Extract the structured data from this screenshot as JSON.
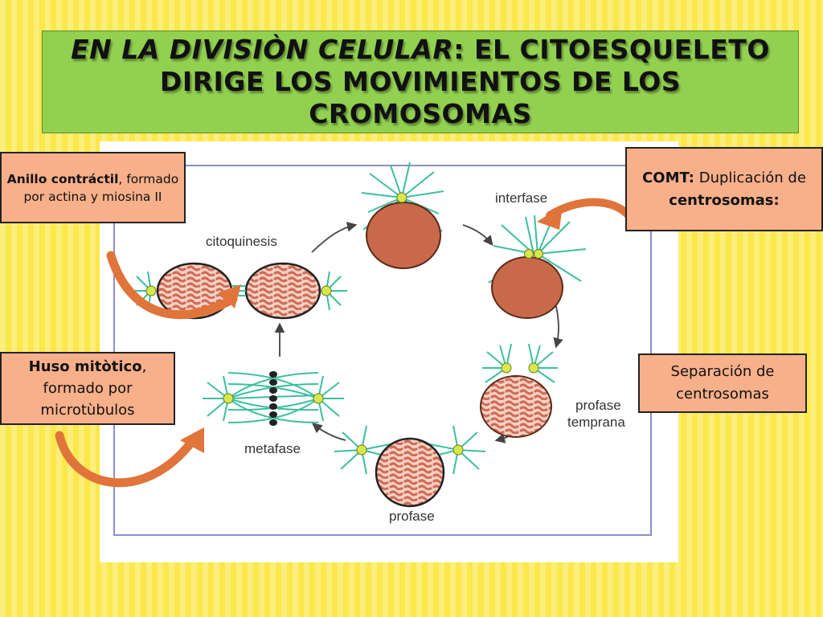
{
  "slide": {
    "title_part1": "En la divisiòn celular",
    "title_part2": ": el citoesqueleto dirige los movimientos de los cromosomas"
  },
  "callouts": {
    "anillo": {
      "bold": "Anillo contráctil",
      "rest": ", formado por actina y miosina II"
    },
    "comt": {
      "bold1": "COMT:",
      "mid": " Duplicación de ",
      "bold2": "centrosomas:"
    },
    "huso": {
      "bold": "Huso mitòtico",
      "rest": ", formado por microtùbulos"
    },
    "separacion": {
      "text": "Separación de centrosomas"
    }
  },
  "diagram": {
    "stages": {
      "interfase": "interfase",
      "profase_temprana_1": "profase",
      "profase_temprana_2": "temprana",
      "profase": "profase",
      "metafase": "metafase",
      "citoquinesis": "citoquinesis"
    },
    "colors": {
      "arrow_orange": "#e0743a",
      "callout_fill": "#f7b08a",
      "title_fill": "#92d050",
      "nucleus": "#c86a4a",
      "microtubule": "#3cbf9f",
      "centrosome": "#d8e84a",
      "frame": "#8a8fc8"
    }
  }
}
